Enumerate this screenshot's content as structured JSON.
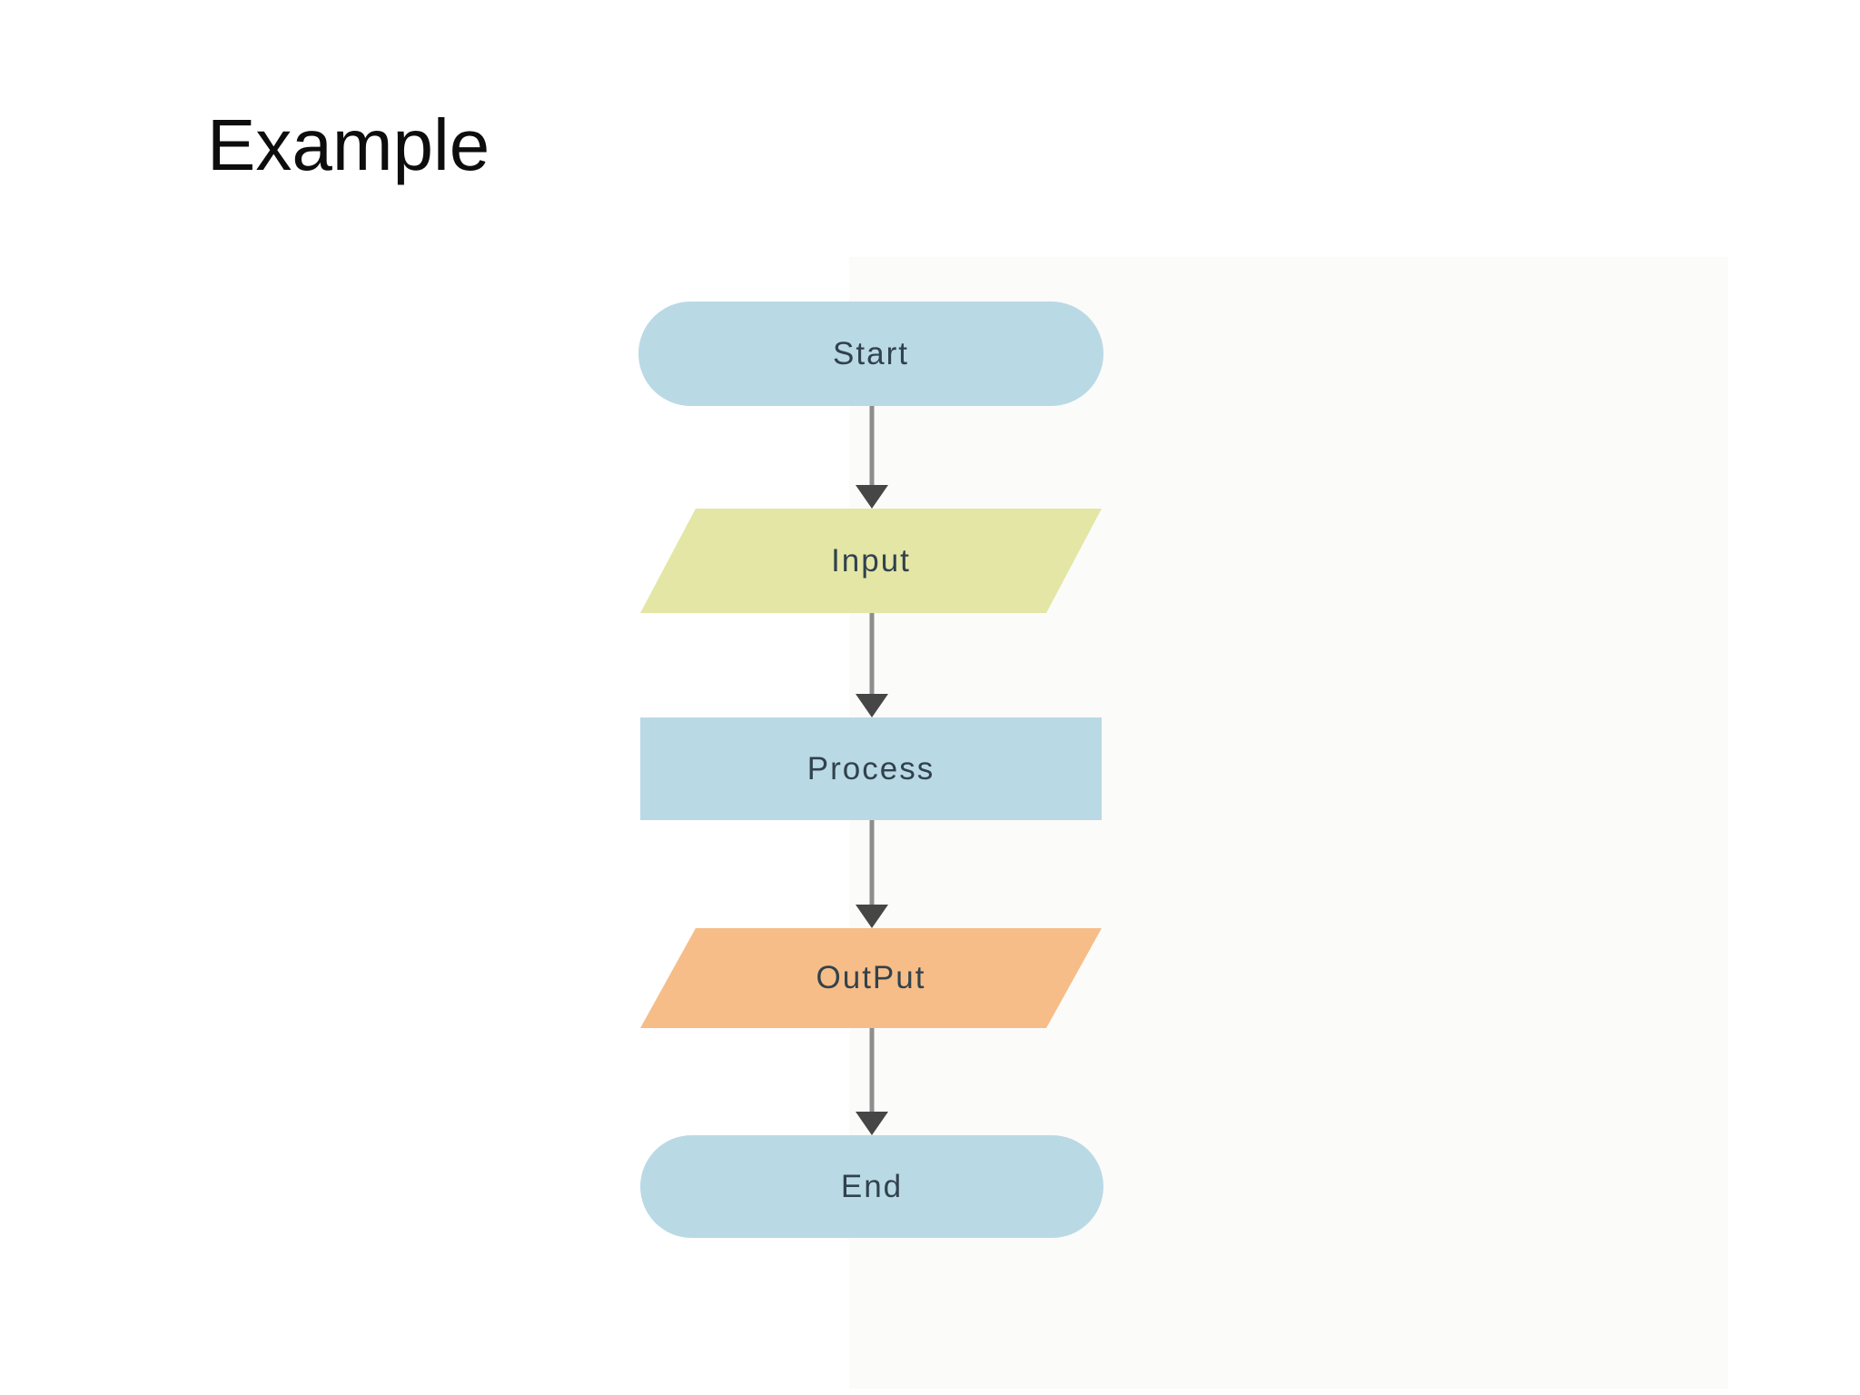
{
  "slide": {
    "title": "Example",
    "background_color": "#ffffff"
  },
  "flowchart": {
    "type": "flowchart",
    "direction": "top-to-bottom",
    "nodes": [
      {
        "id": "start",
        "label": "Start",
        "shape": "stadium",
        "fill": "#b9d9e5",
        "role": "terminator"
      },
      {
        "id": "input",
        "label": "Input",
        "shape": "parallelogram",
        "fill": "#e4e6a5",
        "role": "input-output"
      },
      {
        "id": "process",
        "label": "Process",
        "shape": "rectangle",
        "fill": "#b9d9e5",
        "role": "process"
      },
      {
        "id": "output",
        "label": "OutPut",
        "shape": "parallelogram",
        "fill": "#f6bd88",
        "role": "input-output"
      },
      {
        "id": "end",
        "label": "End",
        "shape": "stadium",
        "fill": "#b9d9e5",
        "role": "terminator"
      }
    ],
    "edges": [
      {
        "from": "start",
        "to": "input"
      },
      {
        "from": "input",
        "to": "process"
      },
      {
        "from": "process",
        "to": "output"
      },
      {
        "from": "output",
        "to": "end"
      }
    ],
    "colors": {
      "arrow_shaft": "#8e8e8e",
      "arrow_head": "#464646",
      "node_text": "#31424c",
      "title_text": "#0d0d0d"
    }
  }
}
